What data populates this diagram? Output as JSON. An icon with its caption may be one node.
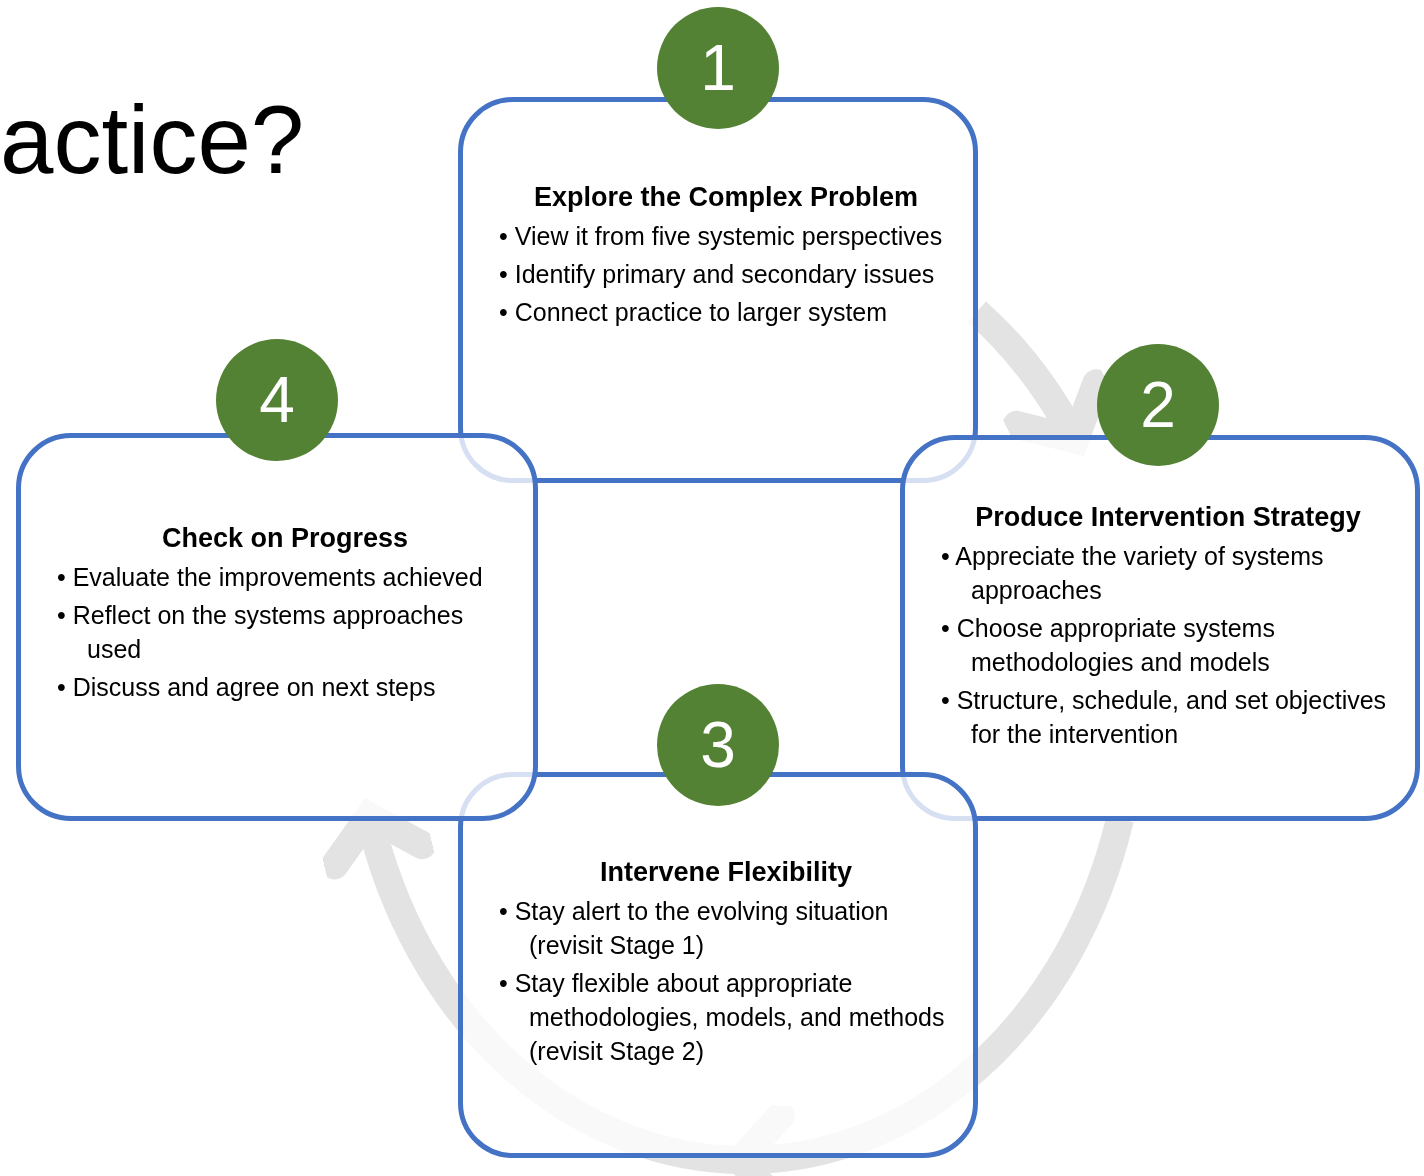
{
  "diagram": {
    "title": "actice?",
    "nodes": [
      {
        "text": [
          "1"
        ]
      },
      {
        "text": [
          "Explore the Complex Problem",
          "• View it from five systemic perspectives",
          "• Identify primary and secondary issues",
          "• Connect practice to larger system"
        ]
      },
      {
        "text": [
          "2"
        ]
      },
      {
        "text": [
          "Produce Intervention Strategy",
          "• Appreciate the variety of systems approaches",
          "• Choose appropriate systems methodologies and models",
          "• Structure, schedule, and set objectives for the intervention"
        ]
      },
      {
        "text": [
          "3"
        ]
      },
      {
        "text": [
          "Intervene Flexibility",
          "• Stay alert to the evolving situation (revisit Stage 1)",
          "• Stay flexible about appropriate methodologies, models, and methods (revisit Stage 2)"
        ]
      },
      {
        "text": [
          "4"
        ]
      },
      {
        "text": [
          "Check on Progress",
          "• Evaluate the improvements achieved",
          "• Reflect on the systems approaches used",
          "• Discuss and agree on next steps"
        ]
      }
    ],
    "edges": [
      {
        "from": 1,
        "to": 3,
        "arrow": "to"
      },
      {
        "from": 3,
        "to": 5,
        "arrow": "to"
      },
      {
        "from": 5,
        "to": 7,
        "arrow": "to"
      }
    ]
  }
}
